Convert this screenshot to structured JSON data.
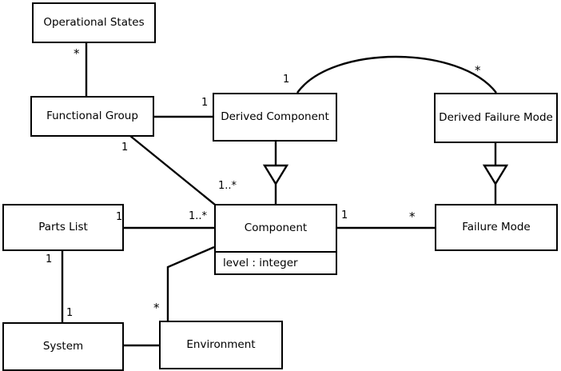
{
  "diagram": {
    "type": "uml-class-diagram",
    "title": "",
    "background_color": "#ffffff",
    "line_color": "#000000",
    "text_color": "#000000"
  },
  "classes": [
    {
      "id": "operational-states",
      "name": "Operational States",
      "attributes": []
    },
    {
      "id": "functional-group",
      "name": "Functional Group",
      "attributes": []
    },
    {
      "id": "derived-component",
      "name": "Derived Component",
      "attributes": []
    },
    {
      "id": "derived-failure-mode",
      "name": "Derived Failure Mode",
      "attributes": []
    },
    {
      "id": "parts-list",
      "name": "Parts List",
      "attributes": []
    },
    {
      "id": "component",
      "name": "Component",
      "attributes": [
        "level : integer"
      ]
    },
    {
      "id": "failure-mode",
      "name": "Failure Mode",
      "attributes": []
    },
    {
      "id": "system",
      "name": "System",
      "attributes": []
    },
    {
      "id": "environment",
      "name": "Environment",
      "attributes": []
    }
  ],
  "multiplicities": [
    {
      "id": "op-states-to-fg",
      "text": "*",
      "for": "operational-states--functional-group"
    },
    {
      "id": "fg-to-derived-component",
      "text": "1",
      "for": "functional-group--derived-component"
    },
    {
      "id": "fg-to-component",
      "text": "1",
      "for": "functional-group--component"
    },
    {
      "id": "fg-to-component-far",
      "text": "1..*",
      "for": "functional-group--component"
    },
    {
      "id": "derived-component-arc",
      "text": "1",
      "for": "derived-component--derived-failure-mode"
    },
    {
      "id": "derived-failure-mode-arc",
      "text": "*",
      "for": "derived-component--derived-failure-mode"
    },
    {
      "id": "parts-list-to-component-near",
      "text": "1",
      "for": "parts-list--component"
    },
    {
      "id": "parts-list-to-component-far",
      "text": "1..*",
      "for": "parts-list--component"
    },
    {
      "id": "component-to-failure-mode-near",
      "text": "1",
      "for": "component--failure-mode"
    },
    {
      "id": "component-to-failure-mode-far",
      "text": "*",
      "for": "component--failure-mode"
    },
    {
      "id": "parts-list-to-system-near",
      "text": "1",
      "for": "parts-list--system"
    },
    {
      "id": "parts-list-to-system-far",
      "text": "1",
      "for": "parts-list--system"
    },
    {
      "id": "component-to-environment",
      "text": "*",
      "for": "component--environment"
    }
  ],
  "relationships": [
    {
      "id": "operational-states--functional-group",
      "type": "association",
      "from": "operational-states",
      "to": "functional-group"
    },
    {
      "id": "functional-group--derived-component",
      "type": "association",
      "from": "functional-group",
      "to": "derived-component"
    },
    {
      "id": "functional-group--component",
      "type": "association",
      "from": "functional-group",
      "to": "component"
    },
    {
      "id": "derived-component--component",
      "type": "generalization",
      "from": "derived-component",
      "to": "component"
    },
    {
      "id": "derived-failure-mode--failure-mode",
      "type": "generalization",
      "from": "derived-failure-mode",
      "to": "failure-mode"
    },
    {
      "id": "derived-component--derived-failure-mode",
      "type": "association",
      "from": "derived-component",
      "to": "derived-failure-mode",
      "shape": "arc"
    },
    {
      "id": "parts-list--component",
      "type": "association",
      "from": "parts-list",
      "to": "component"
    },
    {
      "id": "component--failure-mode",
      "type": "association",
      "from": "component",
      "to": "failure-mode"
    },
    {
      "id": "parts-list--system",
      "type": "association",
      "from": "parts-list",
      "to": "system"
    },
    {
      "id": "component--environment",
      "type": "association",
      "from": "component",
      "to": "environment"
    },
    {
      "id": "system--environment",
      "type": "association",
      "from": "system",
      "to": "environment"
    }
  ]
}
